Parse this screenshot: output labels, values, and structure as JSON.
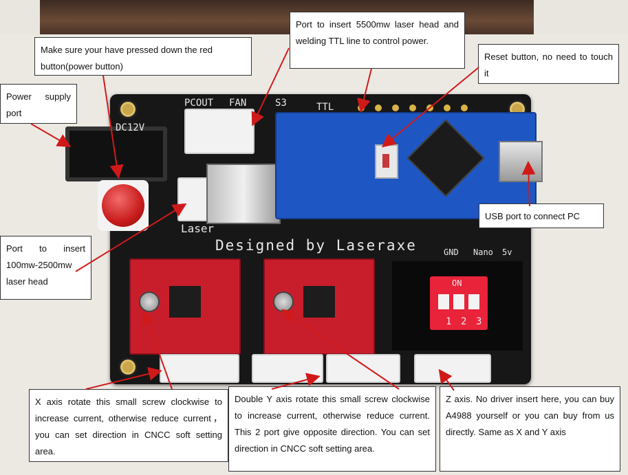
{
  "board_silkscreen": {
    "designer": "Designed by Laseraxe",
    "laser_label": "Laser",
    "dc_label": "DC12V",
    "pcout_label": "PCOUT",
    "fan_label": "FAN",
    "s3_label": "S3",
    "ttl_label": "TTL",
    "gnd_label": "GND",
    "nano_label": "Nano",
    "v5_label": "5v",
    "dip_on_label": "ON",
    "dip_numbers": [
      "1",
      "2",
      "3"
    ]
  },
  "callouts": {
    "power_button": "Make sure your have pressed down the red button(power button)",
    "ttl_port": "Port to insert 5500mw laser head and welding TTL line to control power.",
    "reset_button": "Reset button, no need to touch it",
    "power_supply": "Power supply port",
    "laser_port": "Port to insert 100mw-2500mw laser head",
    "usb_port": "USB port to connect PC",
    "x_axis": "X axis rotate this small screw clockwise to increase current, otherwise reduce current，you can set direction in CNCC soft setting area.",
    "y_axis": "Double  Y axis rotate this small screw clockwise to increase current, otherwise reduce current. This 2 port give opposite direction. You can set direction in CNCC soft setting area.",
    "z_axis": "Z axis. No driver insert here, you can buy A4988 yourself or you can buy from us directly. Same as X and Y axis"
  },
  "colors": {
    "arrow": "#d01a1a",
    "board": "#171717",
    "nano": "#1e57c4",
    "driver": "#c81e2c"
  }
}
